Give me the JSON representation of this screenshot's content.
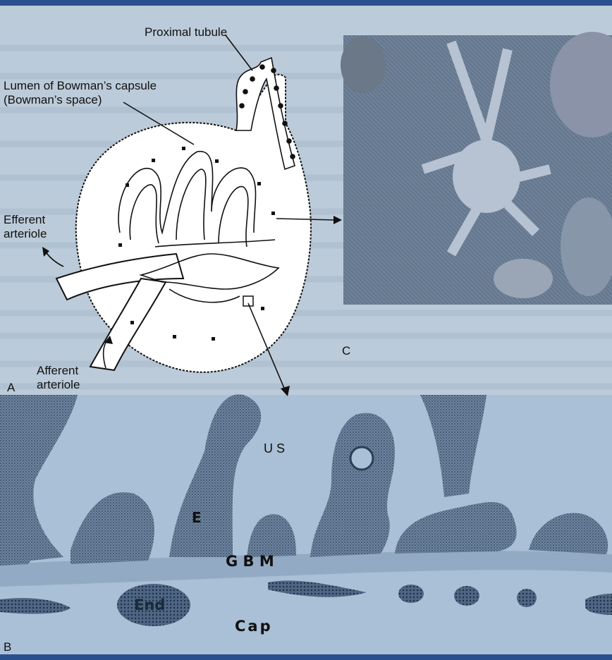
{
  "figure": {
    "panel_a_letter": "A",
    "panel_b_letter": "B",
    "panel_c_letter": "C"
  },
  "diagram": {
    "proximal_tubule": "Proximal tubule",
    "lumen_line1": "Lumen of Bowman’s capsule",
    "lumen_line2": "(Bowman’s space)",
    "efferent_line1": "Efferent",
    "efferent_line2": "arteriole",
    "afferent_line1": "Afferent",
    "afferent_line2": "arteriole"
  },
  "micrograph_b": {
    "urinary_space": "U S",
    "epithelium": "E",
    "gbm": "G B M",
    "endothelium": "End",
    "capillary": "Cap"
  },
  "colors": {
    "frame_bar": "#2a4f8f",
    "page_background": "#bccbd9",
    "tem_background": "#a9c0d6"
  }
}
